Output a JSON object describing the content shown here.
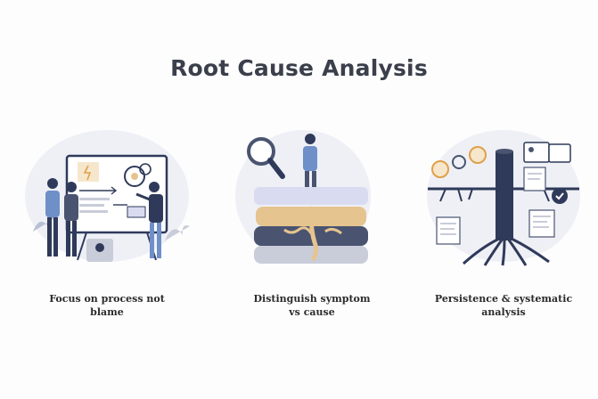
{
  "title": "Root Cause Analysis",
  "panels": [
    {
      "caption_line1": "Focus on process not",
      "caption_line2": "blame",
      "icon": "team-whiteboard-illustration"
    },
    {
      "caption_line1": "Distinguish symptom",
      "caption_line2": "vs cause",
      "icon": "layers-magnifier-illustration"
    },
    {
      "caption_line1": "Persistence & systematic",
      "caption_line2": "analysis",
      "icon": "tree-roots-illustration"
    }
  ],
  "colors": {
    "navy": "#2f3a5a",
    "slate": "#4a5470",
    "blue": "#6f8fc8",
    "tan": "#e6c48f",
    "lavender": "#d9dcf0",
    "bg_circle": "#eef0f6",
    "title": "#3a3f4b"
  }
}
